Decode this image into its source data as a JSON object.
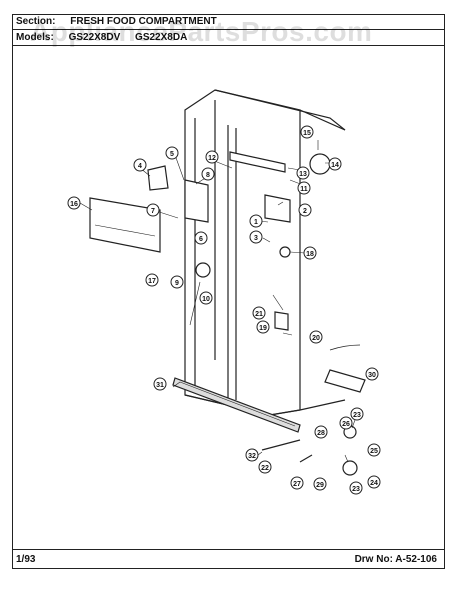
{
  "header": {
    "section_label": "Section:",
    "section_value": "FRESH FOOD COMPARTMENT",
    "models_label": "Models:",
    "model_1": "GS22X8DV",
    "model_2": "GS22X8DA"
  },
  "footer": {
    "date": "1/93",
    "drawing_no": "Drw No: A-52-106"
  },
  "watermark": "AppliancePartsPros.com",
  "callouts": [
    "1",
    "2",
    "3",
    "4",
    "5",
    "6",
    "7",
    "8",
    "9",
    "10",
    "11",
    "12",
    "13",
    "14",
    "15",
    "16",
    "17",
    "18",
    "19",
    "20",
    "21",
    "22",
    "23",
    "24",
    "25",
    "26",
    "27",
    "28",
    "29",
    "30",
    "31",
    "32"
  ]
}
